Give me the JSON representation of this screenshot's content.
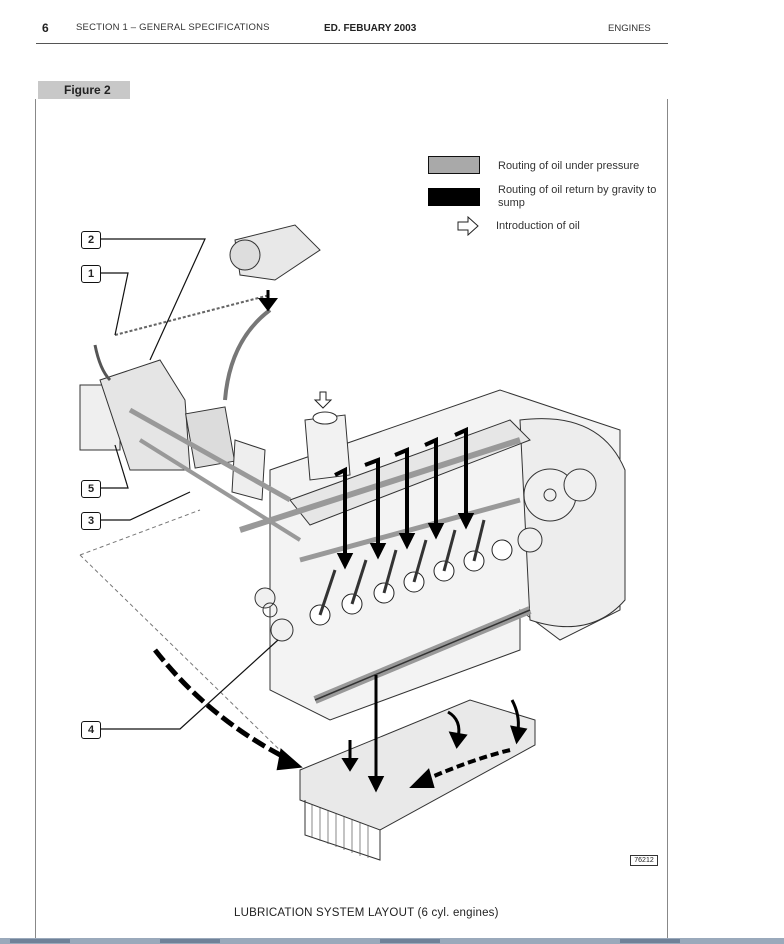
{
  "header": {
    "page_number": "6",
    "section": "SECTION 1 – GENERAL SPECIFICATIONS",
    "edition": "ED. FEBUARY 2003",
    "chapter": "ENGINES"
  },
  "figure": {
    "label": "Figure 2",
    "caption": "LUBRICATION SYSTEM LAYOUT (6 cyl. engines)",
    "drawing_number": "76212"
  },
  "legend": {
    "pressure": "Routing of oil under pressure",
    "gravity": "Routing of oil return by gravity to sump",
    "introduction": "Introduction of oil",
    "colors": {
      "pressure": "#a9a9a9",
      "gravity": "#000000"
    }
  },
  "callouts": [
    "2",
    "1",
    "5",
    "3",
    "4"
  ]
}
